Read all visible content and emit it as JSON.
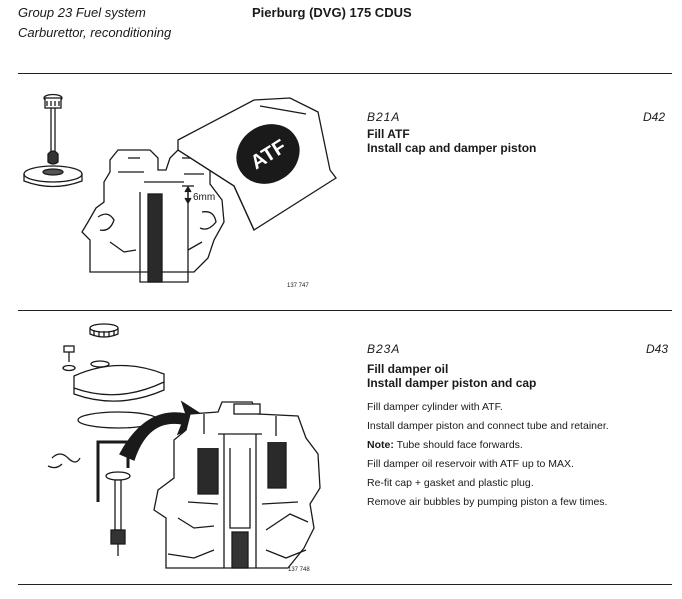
{
  "header": {
    "group": "Group 23  Fuel system",
    "model": "Pierburg (DVG) 175 CDUS",
    "section": "Carburettor, reconditioning"
  },
  "colors": {
    "ink": "#1a1a1a",
    "paper": "#ffffff"
  },
  "steps": [
    {
      "code": "B21A",
      "ref": "D42",
      "title_lines": [
        "Fill ATF",
        "Install cap and damper piston"
      ],
      "figure": {
        "number": "137 747",
        "labels": {
          "can": "ATF",
          "dimension": "6mm"
        }
      },
      "instructions": []
    },
    {
      "code": "B23A",
      "ref": "D43",
      "title_lines": [
        "Fill damper oil",
        "Install damper piston and cap"
      ],
      "figure": {
        "number": "137 748"
      },
      "instructions": [
        {
          "text": "Fill damper cylinder with ATF."
        },
        {
          "text": "Install damper piston and connect tube and retainer."
        },
        {
          "label": "Note:",
          "text": " Tube should face forwards."
        },
        {
          "text": "Fill damper oil reservoir with ATF up to MAX."
        },
        {
          "text": "Re-fit cap + gasket and plastic plug."
        },
        {
          "text": "Remove air bubbles by pumping piston a few times."
        }
      ]
    }
  ]
}
